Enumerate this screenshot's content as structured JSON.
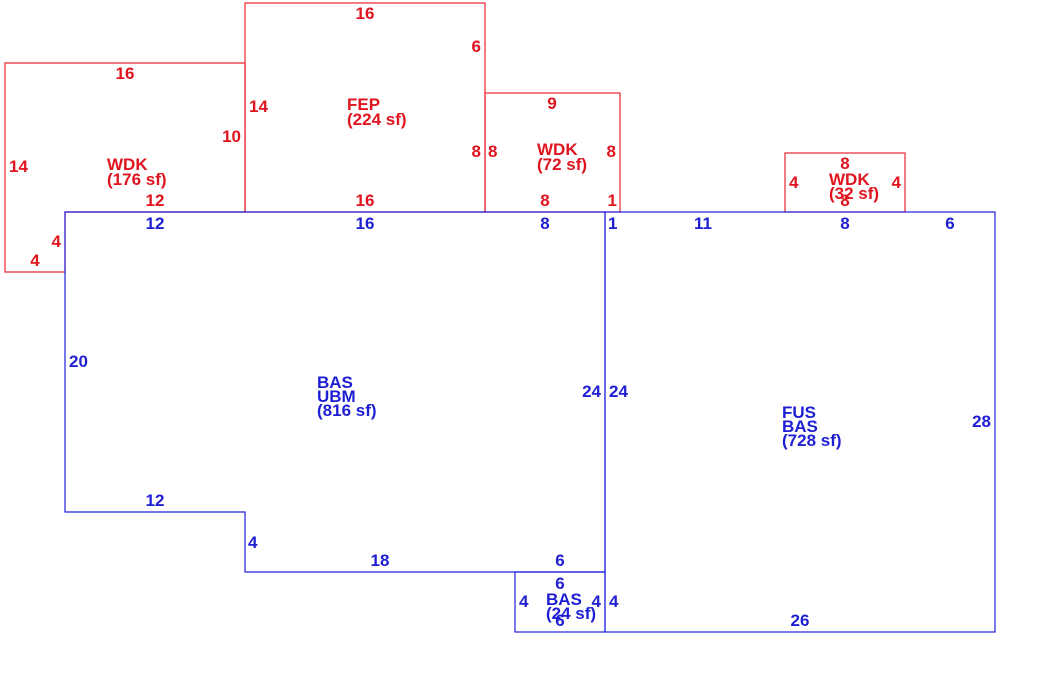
{
  "colors": {
    "red": "#e0141e",
    "blue": "#1e1ed2"
  },
  "areas": {
    "wdk_left": {
      "code": "WDK",
      "area": "(176 sf)"
    },
    "fep": {
      "code": "FEP",
      "area": "(224 sf)"
    },
    "wdk_mid": {
      "code": "WDK",
      "area": "(72 sf)"
    },
    "wdk_right": {
      "code": "WDK",
      "area": "(32 sf)"
    },
    "bas_ubm": {
      "code1": "BAS",
      "code2": "UBM",
      "area": "(816 sf)"
    },
    "fus_bas": {
      "code1": "FUS",
      "code2": "BAS",
      "area": "(728 sf)"
    },
    "bas_small": {
      "code": "BAS",
      "area": "(24 sf)"
    }
  },
  "dimensions": {
    "wdk_left": {
      "top": "16",
      "left": "14",
      "right": "10",
      "bottom": "12",
      "step_v": "4",
      "step_h": "4"
    },
    "fep": {
      "top": "16",
      "left": "14",
      "upper_right": "6",
      "right": "8",
      "bottom": "16"
    },
    "wdk_mid": {
      "top": "9",
      "left": "8",
      "right": "8",
      "bottom": "8",
      "step": "1"
    },
    "wdk_right": {
      "top": "8",
      "left": "4",
      "right": "4",
      "bottom": "8"
    },
    "bas_ubm": {
      "top_a": "12",
      "top_b": "16",
      "top_c": "8",
      "left": "20",
      "right": "24",
      "bottom_a": "12",
      "step": "4",
      "bottom_b": "18",
      "bottom_c": "6"
    },
    "fus_bas": {
      "top_a": "1",
      "top_b": "11",
      "top_c": "8",
      "top_d": "6",
      "left": "24",
      "right": "28",
      "bottom": "26",
      "lower_left": "4"
    },
    "bas_small": {
      "top": "6",
      "left": "4",
      "right": "4",
      "bottom": "6"
    }
  }
}
